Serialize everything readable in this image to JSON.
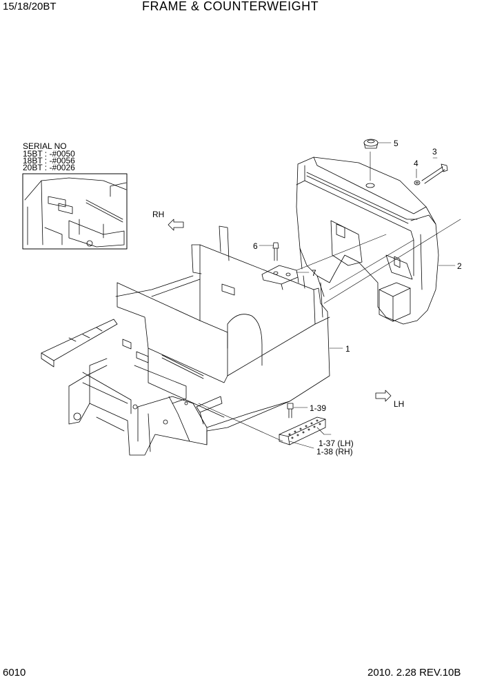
{
  "header": {
    "model": "15/18/20BT",
    "title": "FRAME & COUNTERWEIGHT"
  },
  "serial": {
    "heading": "SERIAL NO",
    "lines": [
      "15BT : -#0050",
      "18BT : -#0056",
      "20BT : -#0026"
    ]
  },
  "directions": {
    "rh": "RH",
    "lh": "LH"
  },
  "callouts": {
    "c1": "1",
    "c2": "2",
    "c3": "3",
    "c4": "4",
    "c5": "5",
    "c6": "6",
    "c7": "7",
    "c139": "1-39",
    "c137": "1-37 (LH)",
    "c138": "1-38 (RH)"
  },
  "footer": {
    "page": "6010",
    "revision": "2010. 2.28  REV.10B"
  }
}
